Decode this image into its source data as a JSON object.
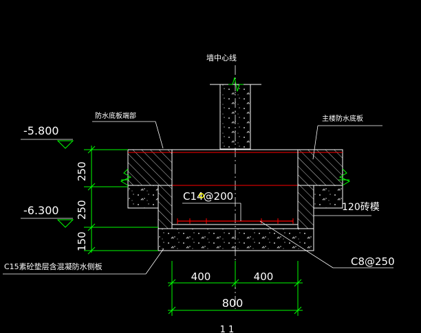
{
  "drawing": {
    "title": "墙中心线",
    "colors": {
      "background": "#000000",
      "white": "#ffffff",
      "green": "#00ff00",
      "red": "#ff0000",
      "yellow": "#ffff00"
    },
    "labels": {
      "waterproof_edge": "防水底板端部",
      "main_slab": "主楼防水底板",
      "rebar_top": "C14@200",
      "wall_thickness": "120砖模",
      "cushion": "C15素砼垫层含混凝防水侧板",
      "rebar_bottom": "C8@250",
      "section_mark": "1 1"
    },
    "elevations": {
      "upper": "-5.800",
      "lower": "-6.300"
    },
    "dimensions": {
      "vertical": [
        "250",
        "250",
        "150"
      ],
      "horizontal_left": "400",
      "horizontal_right": "400",
      "horizontal_total": "800"
    }
  }
}
